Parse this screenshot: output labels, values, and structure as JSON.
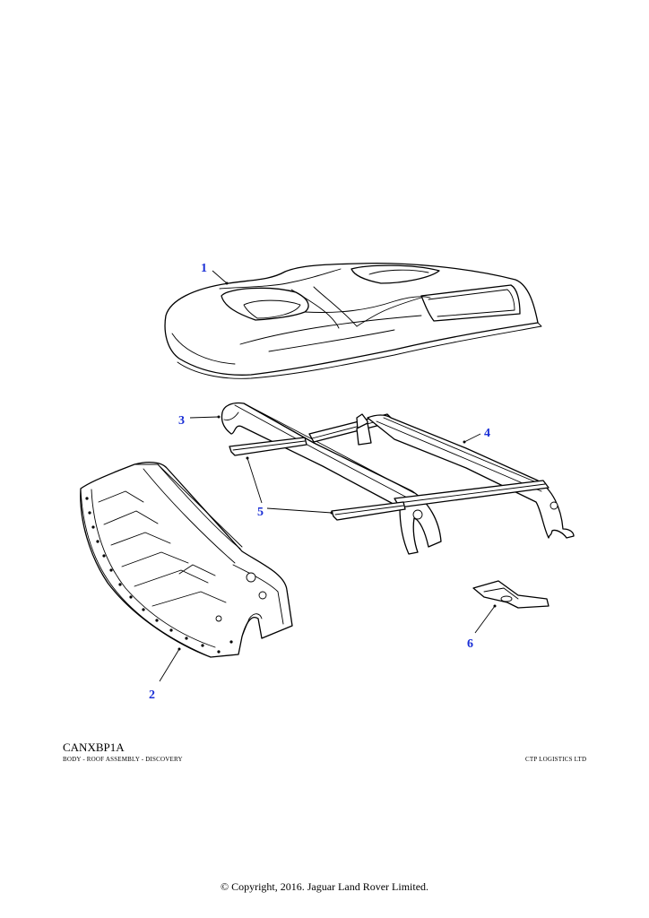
{
  "callouts": [
    "1",
    "2",
    "3",
    "4",
    "5",
    "6"
  ],
  "footer": {
    "code": "CANXBP1A",
    "description": "BODY - ROOF ASSEMBLY - DISCOVERY",
    "company": "CTP LOGISTICS LTD"
  },
  "copyright": "© Copyright, 2016. Jaguar Land Rover Limited."
}
